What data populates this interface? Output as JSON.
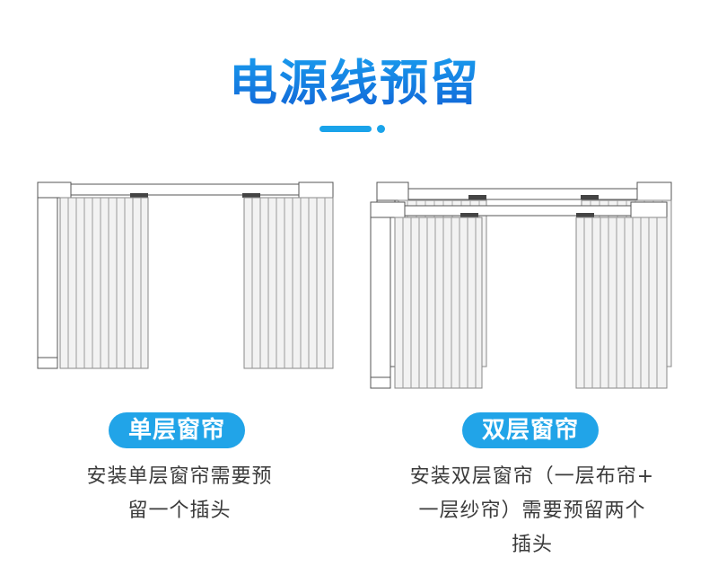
{
  "title": "电源线预留",
  "colors": {
    "accent": "#21a4e8",
    "title_top": "#1aa6f2",
    "title_bottom": "#1163d6",
    "text": "#3b3b3b"
  },
  "left": {
    "badge": "单层窗帘",
    "desc_lines": [
      "安装单层窗帘需要预",
      "留一个插头"
    ]
  },
  "right": {
    "badge": "双层窗帘",
    "desc_lines": [
      "安装双层窗帘（一层布帘+",
      "一层纱帘）需要预留两个",
      "插头"
    ]
  }
}
